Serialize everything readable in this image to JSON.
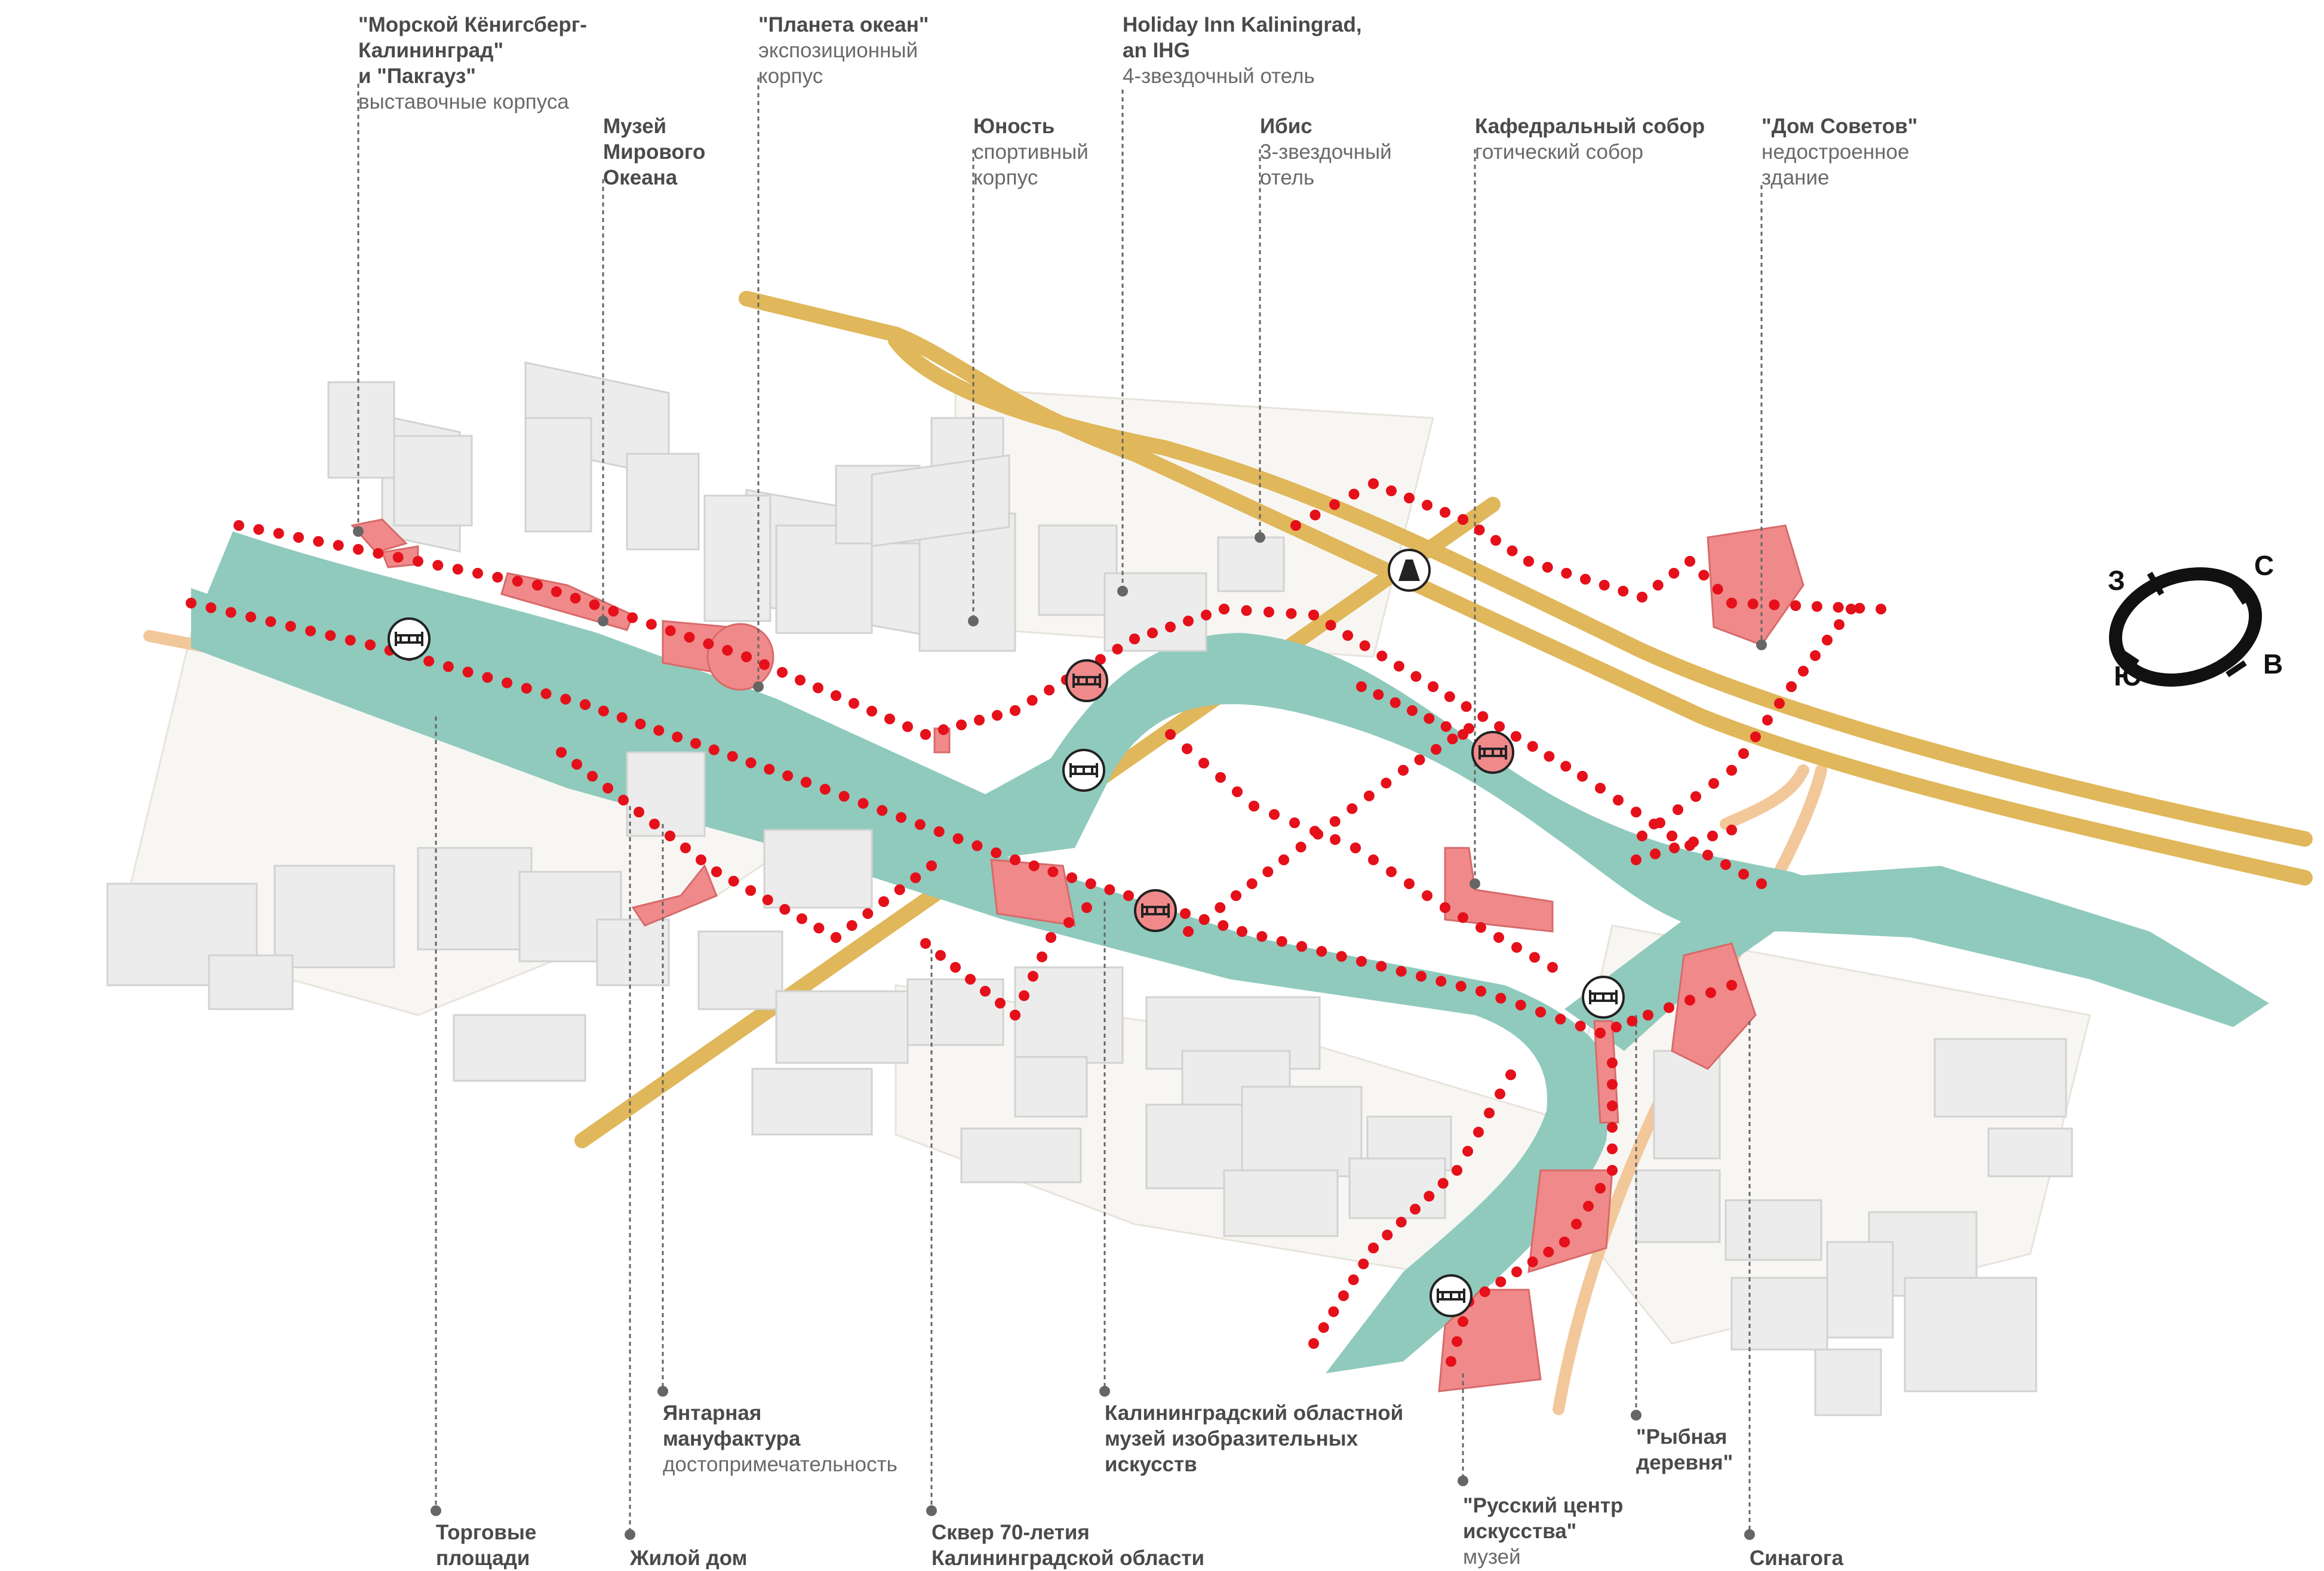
{
  "labels": {
    "morskoy": {
      "title": "\"Морской Кёнигсберг-\nКалининград\"\nи \"Пакгауз\"",
      "sub": "выставочные корпуса"
    },
    "muzey_okeana": {
      "title": "Музей\nМирового\nОкеана",
      "sub": ""
    },
    "planeta": {
      "title": "\"Планета океан\"",
      "sub": "экспозиционный\nкорпус"
    },
    "holiday": {
      "title": "Holiday Inn Kaliningrad,\nan IHG",
      "sub": "4-звездочный отель"
    },
    "yunost": {
      "title": "Юность",
      "sub": "спортивный\nкорпус"
    },
    "ibis": {
      "title": "Ибис",
      "sub": "3-звездочный\nотель"
    },
    "sobor": {
      "title": "Кафедральный собор",
      "sub": "готический собор"
    },
    "dom_sovetov": {
      "title": "\"Дом Советов\"",
      "sub": "недостроенное\nздание"
    },
    "yantarnaya": {
      "title": "Янтарная\nмануфактура",
      "sub": "достопримечательность"
    },
    "kaliningrad_museum": {
      "title": "Калининградский областной\nмузей изобразительных\nискусств",
      "sub": ""
    },
    "rybnaya": {
      "title": "\"Рыбная\nдеревня\"",
      "sub": ""
    },
    "russkiy": {
      "title": "\"Русский центр\nискусства\"",
      "sub": "музей"
    },
    "torgovye": {
      "title": "Торговые\nплощади",
      "sub": ""
    },
    "zhiloy": {
      "title": "Жилой дом",
      "sub": ""
    },
    "skver": {
      "title": "Сквер 70-летия\nКалининградской области",
      "sub": ""
    },
    "sinagoga": {
      "title": "Синагога",
      "sub": ""
    }
  },
  "compass": {
    "north": "С",
    "west": "З",
    "south": "Ю",
    "east": "В"
  },
  "colors": {
    "river": "#8fcabd",
    "highlight_building": "#f08a8a",
    "route_dots": "#e5101a",
    "major_road": "#e0b75a",
    "minor_road": "#f2c79a",
    "building": "#ececec",
    "leader_line": "#666666"
  },
  "icons": [
    "bridge-icon",
    "tunnel-icon",
    "compass-icon"
  ]
}
